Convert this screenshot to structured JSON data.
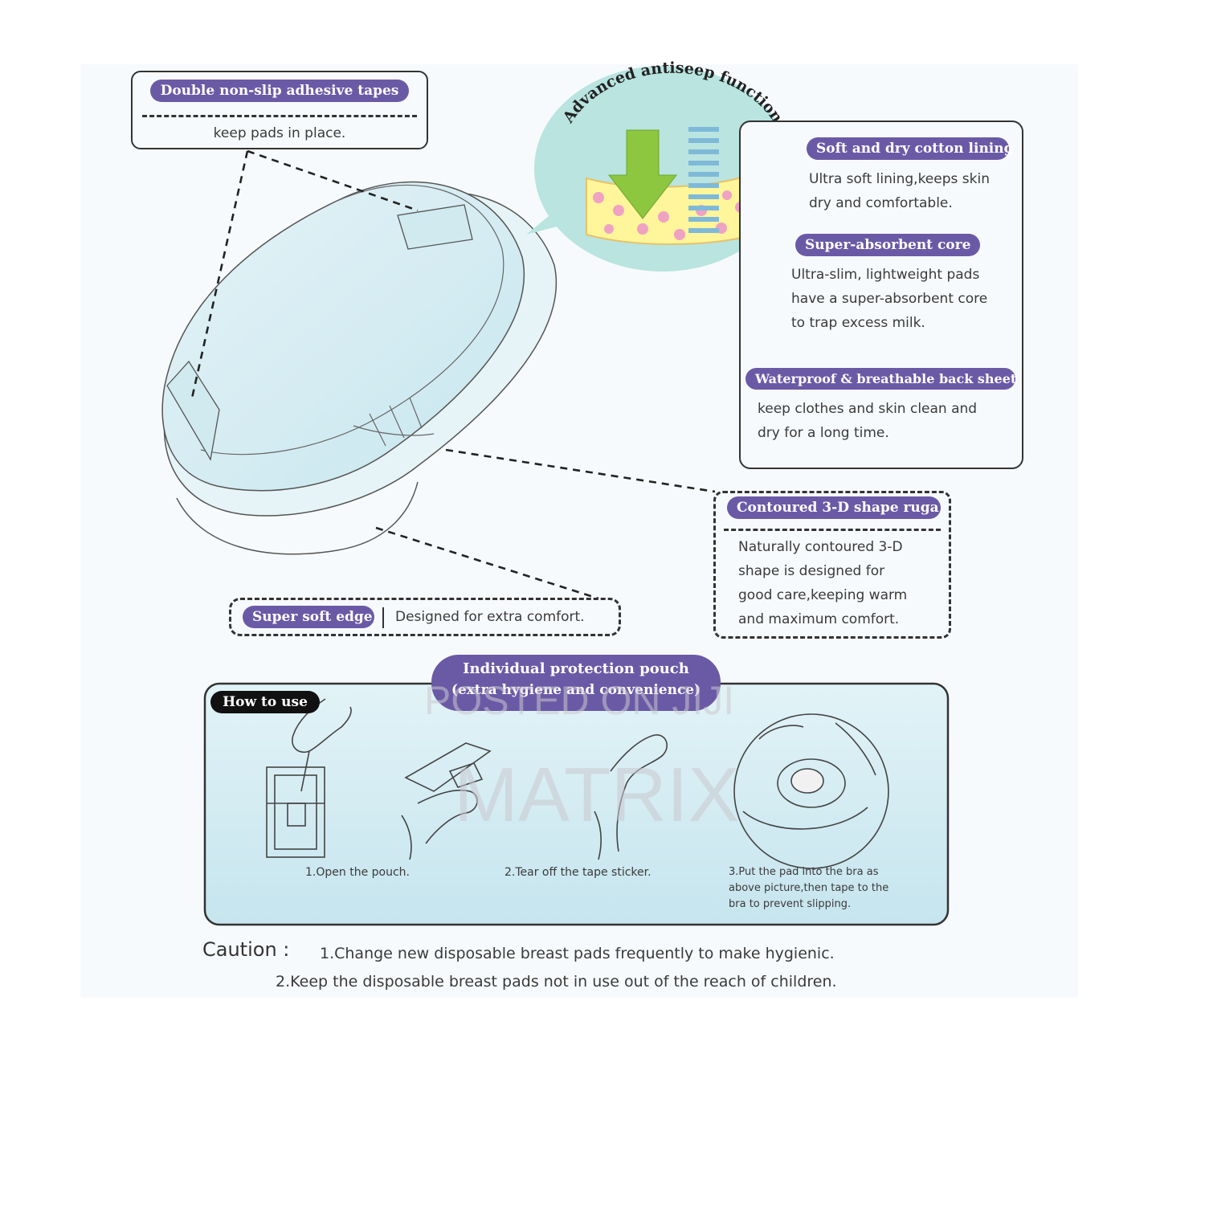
{
  "adhesive": {
    "title": "Double non-slip adhesive tapes",
    "text": "keep pads in place."
  },
  "antiseep": {
    "title": "Advanced antiseep function"
  },
  "cotton": {
    "title": "Soft and dry cotton lining",
    "lines": [
      "Ultra soft lining,keeps skin",
      "dry and comfortable."
    ]
  },
  "core": {
    "title": "Super-absorbent core",
    "lines": [
      "Ultra-slim, lightweight pads",
      "have a super-absorbent core",
      "to trap excess milk."
    ]
  },
  "backsheet": {
    "title": "Waterproof & breathable back sheet",
    "lines": [
      "keep clothes and skin clean and",
      "dry for a long time."
    ]
  },
  "contoured": {
    "title": "Contoured 3-D shape ruga",
    "lines": [
      "Naturally contoured 3-D",
      "shape is designed for",
      "good care,keeping warm",
      "and maximum comfort."
    ]
  },
  "edge": {
    "title": "Super soft edge",
    "text": "Designed for extra comfort."
  },
  "pouch": {
    "title": "Individual protection pouch",
    "subtitle": "(extra hygiene and convenience)"
  },
  "howto": {
    "title": "How to use",
    "steps": [
      {
        "text": "1.Open the pouch."
      },
      {
        "text": "2.Tear off the tape sticker."
      },
      {
        "lines": [
          "3.Put the pad into the bra as",
          "above picture,then tape to the",
          "bra to prevent slipping."
        ]
      }
    ]
  },
  "caution": {
    "label": "Caution :",
    "items": [
      "1.Change new disposable breast pads frequently to make hygienic.",
      "2.Keep the disposable breast pads not in use out of the reach of children."
    ]
  },
  "watermark": {
    "line1": "POSTED ON JIJI",
    "line2": "MATRIX"
  },
  "colors": {
    "accent": "#6a5aa6",
    "pad": "#d6eef4",
    "bubble": "#b9e4e0",
    "howto_bg": "#d4edf3"
  }
}
